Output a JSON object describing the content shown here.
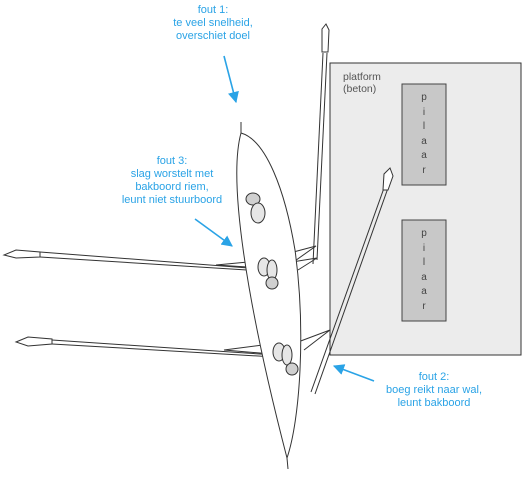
{
  "annotations": {
    "fout1": [
      "fout 1:",
      "te veel snelheid,",
      "overschiet doel"
    ],
    "fout2": [
      "fout 2:",
      "boeg reikt naar wal,",
      "leunt bakboord"
    ],
    "fout3": [
      "fout 3:",
      "slag worstelt met",
      "bakboord riem,",
      "leunt niet stuurboord"
    ]
  },
  "platform": {
    "label": [
      "platform",
      "(beton)"
    ],
    "pillar_letters": [
      "p",
      "i",
      "l",
      "a",
      "a",
      "r"
    ]
  },
  "colors": {
    "annotation": "#2aa3e6",
    "platform_fill": "#ececec",
    "pillar_fill": "#c8c8c8",
    "lines": "#333333"
  }
}
